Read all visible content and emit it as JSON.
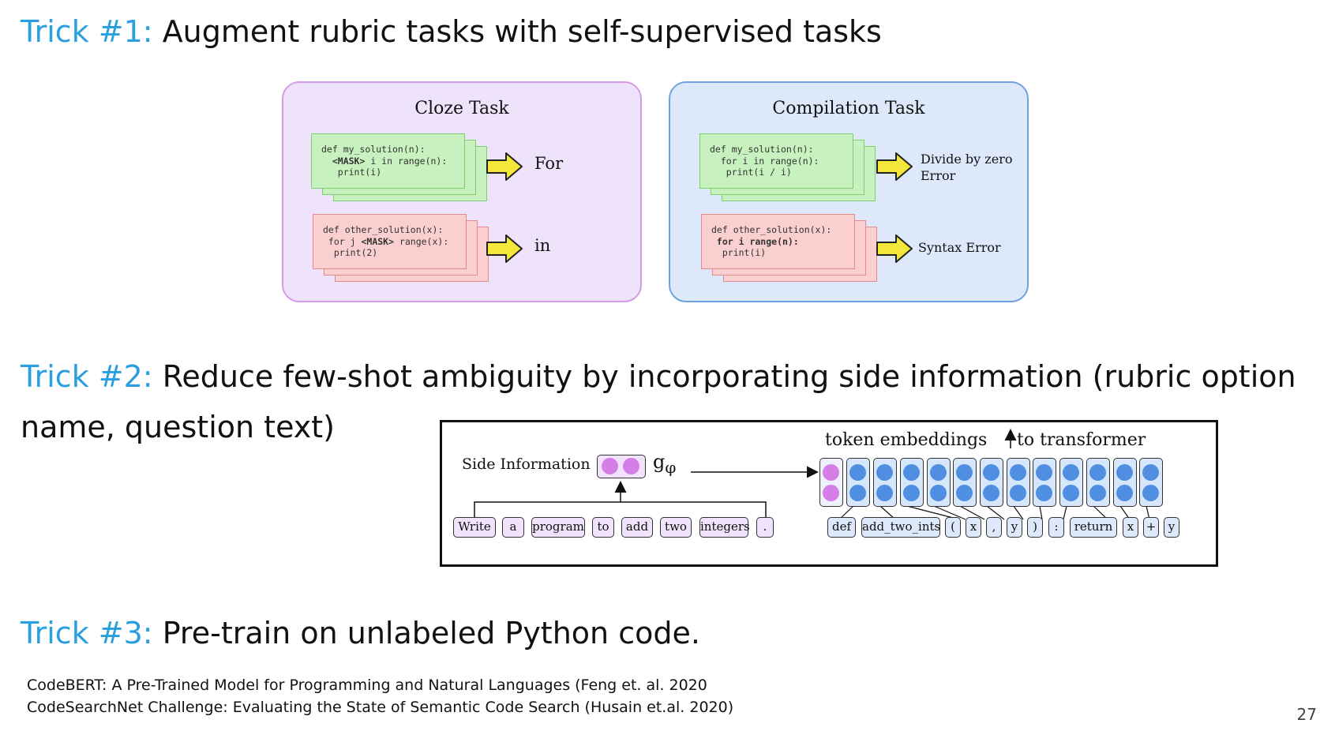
{
  "trick1": {
    "label": "Trick #1:",
    "text": " Augment rubric tasks with self-supervised tasks"
  },
  "trick2": {
    "label": "Trick #2:",
    "text": " Reduce few-shot ambiguity by incorporating side information (rubric option",
    "text2": "name, question text)"
  },
  "trick3": {
    "label": "Trick #3:",
    "text": " Pre-train on unlabeled Python code."
  },
  "cloze": {
    "title": "Cloze Task",
    "examples": [
      {
        "code_lines": [
          "def my_solution(n):",
          "  <MASK> i in range(n):",
          "   print(i)"
        ],
        "answer": "For"
      },
      {
        "code_lines": [
          "def other_solution(x):",
          " for j <MASK> range(x):",
          "  print(2)"
        ],
        "answer": "in"
      }
    ]
  },
  "compilation": {
    "title": "Compilation Task",
    "examples": [
      {
        "code_lines": [
          "def my_solution(n):",
          "  for i in range(n):",
          "   print(i / i)"
        ],
        "answer_line1": "Divide by zero",
        "answer_line2": "Error"
      },
      {
        "code_lines": [
          "def other_solution(x):",
          " for i range(n):",
          "  print(i)"
        ],
        "answer": "Syntax Error"
      }
    ]
  },
  "side_info": {
    "label": "Side Information",
    "g_label": "g",
    "g_sub": "φ",
    "token_embeddings_label": "token embeddings",
    "to_transformer_label": "to transformer",
    "left_tokens": [
      "Write",
      "a",
      "program",
      "to",
      "add",
      "two",
      "integers",
      "."
    ],
    "right_tokens": [
      "def",
      "add_two_ints",
      "(",
      "x",
      ",",
      "y",
      ")",
      ":",
      "return",
      "x",
      "+",
      "y"
    ]
  },
  "references": [
    "CodeBERT: A Pre-Trained Model for Programming and Natural Languages (Feng et. al. 2020",
    "CodeSearchNet Challenge: Evaluating the State of Semantic Code Search (Husain et.al. 2020)"
  ],
  "page_number": "27",
  "colors": {
    "accent": "#2a9fe0",
    "cloze_panel": "#efe3fb",
    "compile_panel": "#dde9fb",
    "green_card": "#c7f2bf",
    "red_card": "#f9cfcf",
    "arrow": "#f4e63a",
    "side_dot": "#d57ee8",
    "token_dot": "#4f8ee0"
  }
}
